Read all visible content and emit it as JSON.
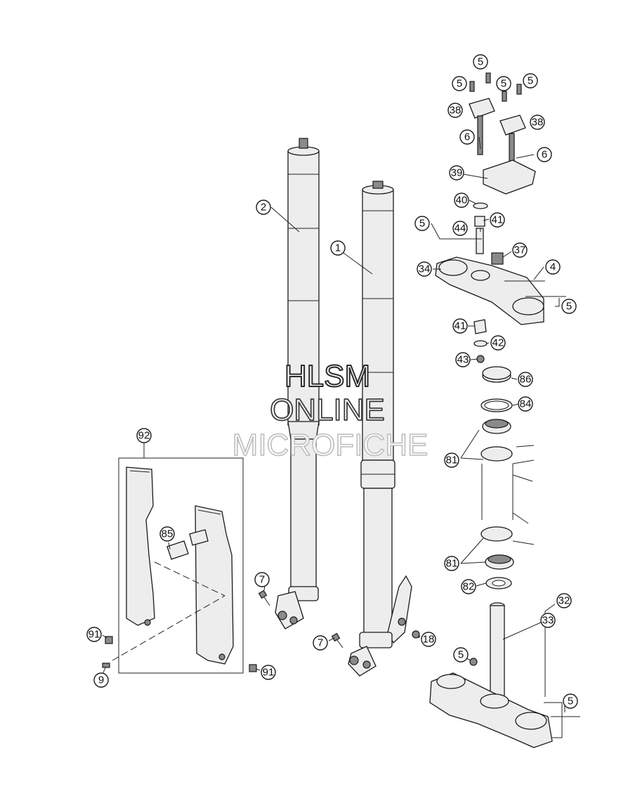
{
  "callouts": {
    "c5a": "5",
    "c5b": "5",
    "c5c": "5",
    "c5d": "5",
    "c38a": "38",
    "c38b": "38",
    "c6a": "6",
    "c6b": "6",
    "c39": "39",
    "c40": "40",
    "c41a": "41",
    "c5e": "5",
    "c44": "44",
    "c37": "37",
    "c34": "34",
    "c4": "4",
    "c5f": "5",
    "c41b": "41",
    "c42": "42",
    "c43": "43",
    "c86": "86",
    "c84": "84",
    "c81a": "81",
    "c81b": "81",
    "c82": "82",
    "c32": "32",
    "c33": "33",
    "c5g": "5",
    "c5h": "5",
    "c2": "2",
    "c1": "1",
    "c7a": "7",
    "c7b": "7",
    "c18": "18",
    "c92": "92",
    "c85": "85",
    "c91a": "91",
    "c91b": "91",
    "c9": "9"
  },
  "watermark": {
    "line1": "HLSM",
    "line2": "ONLINE",
    "line3": "MICROFICHE"
  }
}
